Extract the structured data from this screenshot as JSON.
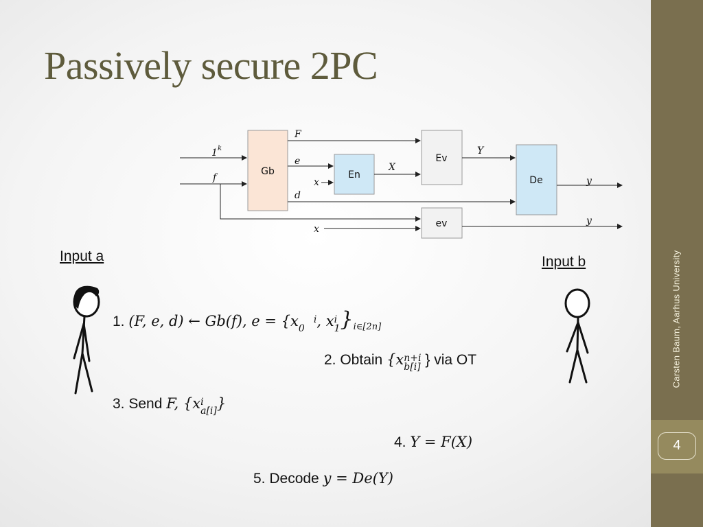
{
  "slide": {
    "title": "Passively secure 2PC",
    "author": "Carsten Baum, Aarhus University",
    "page_number": "4"
  },
  "diagram": {
    "boxes": {
      "gb": "Gb",
      "en": "En",
      "ev": "Ev",
      "de": "De",
      "ev_small": "ev"
    },
    "labels": {
      "security_param": "1",
      "security_exp": "k",
      "f_in": "f",
      "F": "F",
      "e": "e",
      "d": "d",
      "x_en": "x",
      "X": "X",
      "Y": "Y",
      "y_top": "y",
      "y_bottom": "y",
      "x_bottom": "x"
    }
  },
  "parties": {
    "input_a": "Input a",
    "input_b": "Input b"
  },
  "steps": {
    "s1_prefix": "1. ",
    "s1_math": "(F, e, d) ← Gb(f), e = {x",
    "s1_x0_sub": "0",
    "s1_x0_sup": "i",
    "s1_sep": ", x",
    "s1_x1_sup": "i",
    "s1_x1_sub": "1",
    "s1_close": "}",
    "s1_index": "i∈[2n]",
    "s2_prefix": "2. Obtain ",
    "s2_open": "{x",
    "s2_sup": "n+i",
    "s2_sub": "b[i]",
    "s2_suffix": " } via OT",
    "s3_prefix": "3. Send ",
    "s3_math": "F, {x",
    "s3_sup": "i",
    "s3_sub": "a[i]",
    "s3_close": "}",
    "s4_prefix": "4. ",
    "s4_math": "Y = F(X)",
    "s5_prefix": "5. Decode ",
    "s5_math": "y = De(Y)"
  }
}
